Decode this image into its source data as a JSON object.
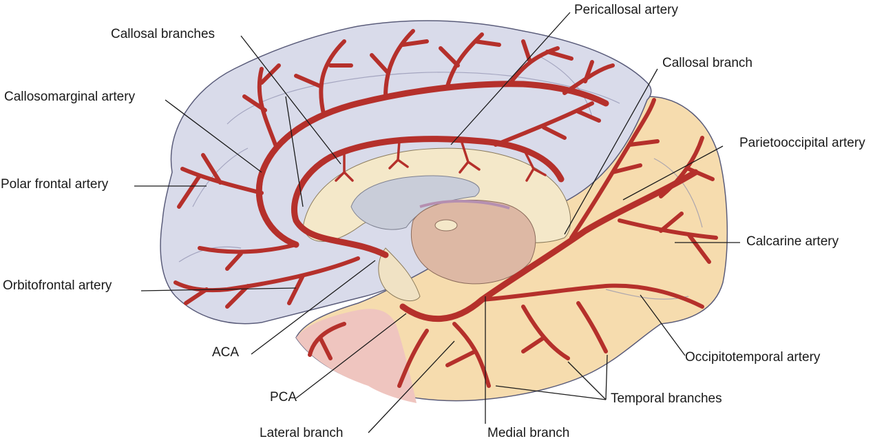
{
  "labels": {
    "pericallosal_artery": "Pericallosal artery",
    "callosal_branches": "Callosal branches",
    "callosal_branch": "Callosal branch",
    "callosomarginal_artery": "Callosomarginal artery",
    "parietooccipital_artery": "Parietooccipital artery",
    "polar_frontal_artery": "Polar frontal artery",
    "calcarine_artery": "Calcarine artery",
    "orbitofrontal_artery": "Orbitofrontal artery",
    "occipitotemporal_artery": "Occipitotemporal artery",
    "aca": "ACA",
    "pca": "PCA",
    "temporal_branches": "Temporal branches",
    "lateral_branch": "Lateral branch",
    "medial_branch": "Medial branch"
  },
  "colors": {
    "frontal_territory": "#d9dbea",
    "occipital_territory": "#f6dcae",
    "temporal_pole": "#efc5bf",
    "artery": "#b5302b",
    "corpus_callosum": "#f4e8c9",
    "ventricle": "#c9cdd9",
    "thalamus": "#ddb8a4",
    "outline": "#5a5c7a"
  }
}
